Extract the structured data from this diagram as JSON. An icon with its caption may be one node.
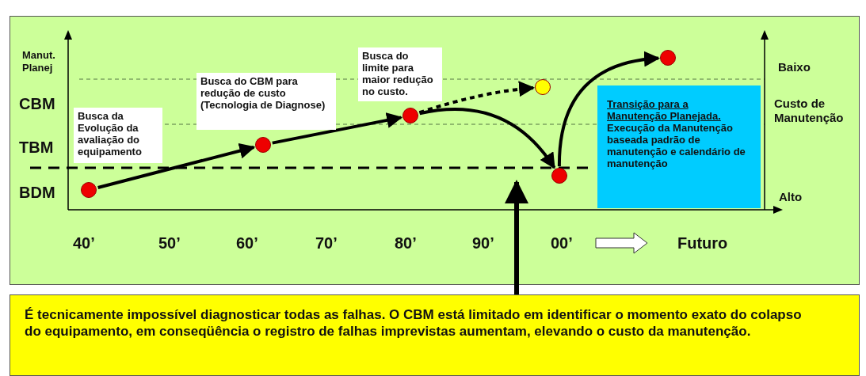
{
  "diagram": {
    "nodes": [
      {
        "text": [
          "Busca da Evolução da avaliação do equipamento"
        ]
      },
      {
        "text": [
          "Busca do CBM para redução de custo (Tecnologia de Diagnose)"
        ]
      },
      {
        "text": [
          "Busca do limite para maior redução no custo."
        ]
      },
      {
        "text": [
          "Transição para a Manutenção Planejada.",
          "Execução da Manutenção baseada padrão de manutenção e calendário de manutenção"
        ]
      },
      {
        "text": [
          "É tecnicamente impossível diagnosticar todas as falhas. O CBM está limitado em identificar o momento exato do colapso do equipamento, em conseqüência o registro de falhas imprevistas aumentam, elevando o custo da manutenção."
        ]
      },
      {
        "text": [],
        "shape": "circle"
      },
      {
        "text": [],
        "shape": "circle"
      },
      {
        "text": [],
        "shape": "circle"
      },
      {
        "text": [],
        "shape": "circle"
      },
      {
        "text": [],
        "shape": "circle"
      },
      {
        "text": [],
        "shape": "circle"
      }
    ],
    "edges": [
      {
        "from": 5,
        "to": 6,
        "arrow": "to"
      },
      {
        "from": 6,
        "to": 7,
        "arrow": "to"
      },
      {
        "from": 7,
        "to": 8,
        "arrow": "to",
        "style": "dashed"
      },
      {
        "from": 7,
        "to": 9,
        "arrow": "to"
      },
      {
        "from": 9,
        "to": 10,
        "arrow": "to"
      },
      {
        "from": 4,
        "to": null,
        "arrow": "to"
      }
    ],
    "labels": [
      "Manut. Planej",
      "CBM",
      "TBM",
      "BDM",
      "Baixo",
      "Custo de Manutenção",
      "Alto",
      "40’",
      "50’",
      "60’",
      "70’",
      "80’",
      "90’",
      "00’",
      "Futuro"
    ]
  }
}
